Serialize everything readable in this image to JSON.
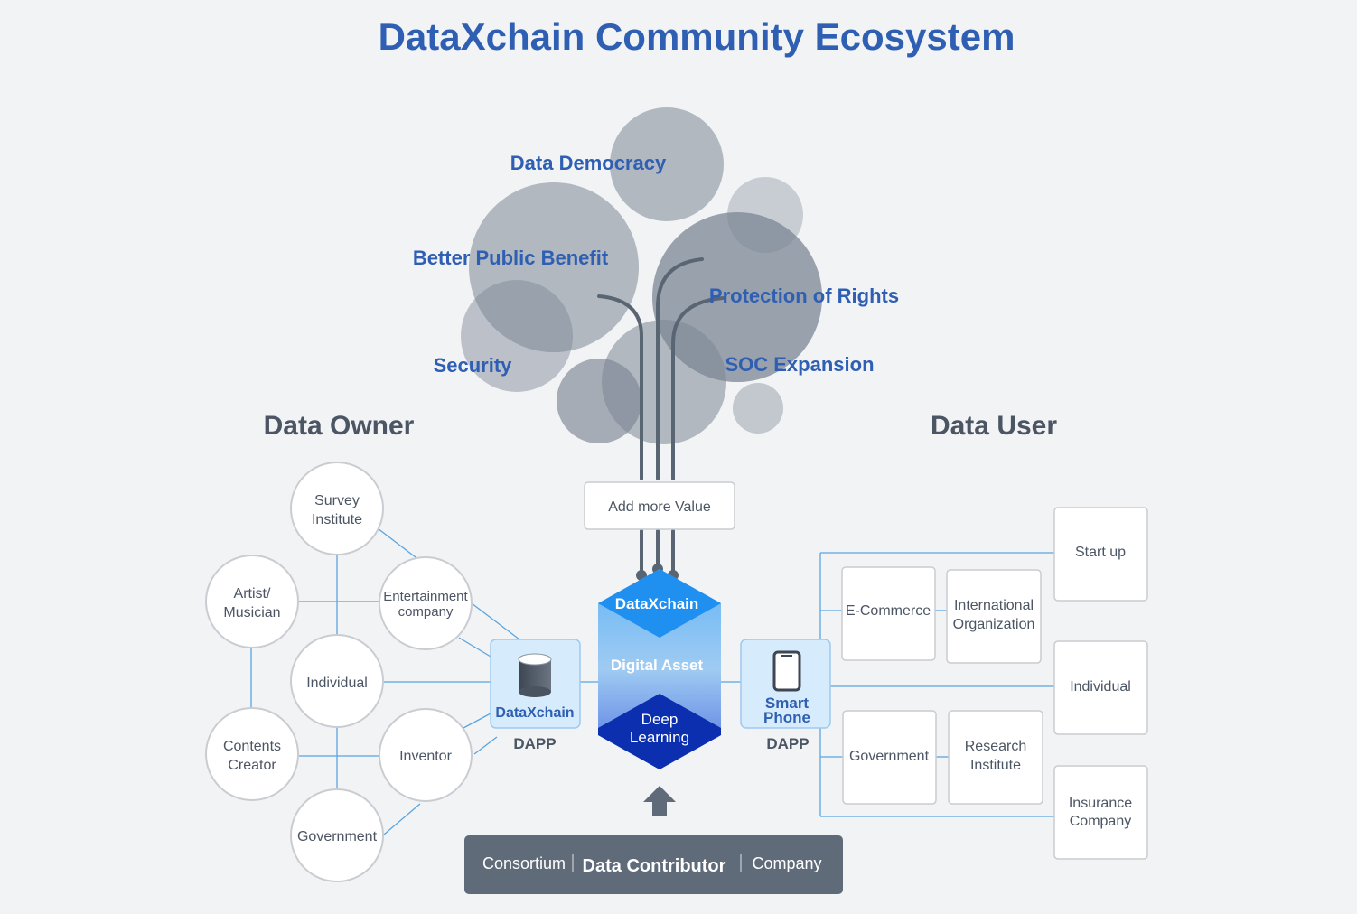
{
  "title": "DataXchain Community Ecosystem",
  "colors": {
    "title": "#2f5fb3",
    "label_blue": "#2f5fb3",
    "section_gray": "#4b5563",
    "bubble": "#7b8694",
    "link_line": "#5aa5e0",
    "dapp_box": "#d6ebfb",
    "hex_top": "#1f8ff0",
    "hex_bottom": "#0b2fae",
    "contributor_bar": "#5f6b78"
  },
  "values_tree": {
    "labels": {
      "data_democracy": "Data Democracy",
      "better_public_benefit": "Better Public Benefit",
      "protection_of_rights": "Protection of Rights",
      "security": "Security",
      "soc_expansion": "SOC Expansion"
    },
    "add_value_label": "Add more Value"
  },
  "data_owner": {
    "heading": "Data Owner",
    "nodes": {
      "survey_l1": "Survey",
      "survey_l2": "Institute",
      "artist_l1": "Artist/",
      "artist_l2": "Musician",
      "entertainment_l1": "Entertainment",
      "entertainment_l2": "company",
      "individual": "Individual",
      "contents_l1": "Contents",
      "contents_l2": "Creator",
      "inventor": "Inventor",
      "government": "Government"
    },
    "dapp_label": "DataXchain",
    "dapp_caption": "DAPP",
    "dapp_icon": "database-icon"
  },
  "hub": {
    "top": "DataXchain",
    "middle": "Digital Asset",
    "bottom_l1": "Deep",
    "bottom_l2": "Learning"
  },
  "data_user": {
    "heading": "Data User",
    "dapp_label_l1": "Smart",
    "dapp_label_l2": "Phone",
    "dapp_caption": "DAPP",
    "dapp_icon": "smartphone-icon",
    "nodes": {
      "ecommerce": "E-Commerce",
      "intl_l1": "International",
      "intl_l2": "Organization",
      "government": "Government",
      "research_l1": "Research",
      "research_l2": "Institute",
      "startup": "Start up",
      "individual": "Individual",
      "insurance_l1": "Insurance",
      "insurance_l2": "Company"
    }
  },
  "contributor": {
    "left": "Consortium",
    "center": "Data Contributor",
    "right": "Company",
    "arrow_icon": "up-arrow-icon"
  }
}
